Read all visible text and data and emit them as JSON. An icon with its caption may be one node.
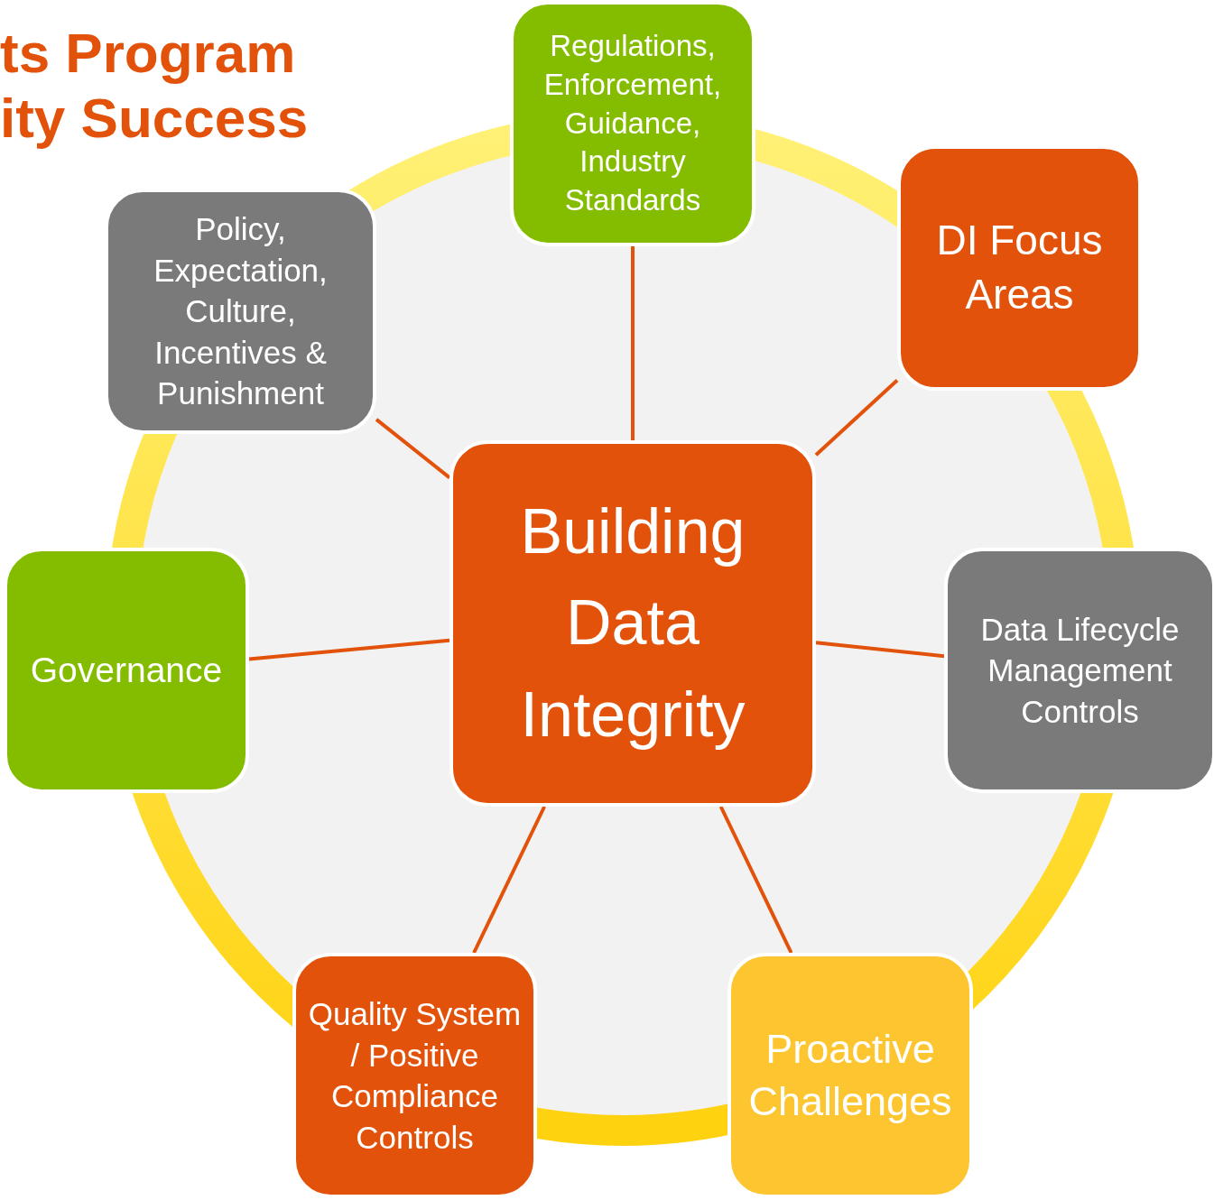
{
  "diagram": {
    "nodes": [
      {
        "text": [
          "Building Data Integrity"
        ]
      },
      {
        "text": [
          "Regulations, Enforcement, Guidance, Industry Standards"
        ]
      },
      {
        "text": [
          "DI Focus Areas"
        ]
      },
      {
        "text": [
          "Data Lifecycle Management Controls"
        ]
      },
      {
        "text": [
          "Proactive Challenges"
        ]
      },
      {
        "text": [
          "Quality System / Positive Compliance Controls"
        ]
      },
      {
        "text": [
          "Governance"
        ]
      },
      {
        "text": [
          "Policy, Expectation, Culture, Incentives & Punishment"
        ]
      }
    ],
    "edges": [
      {
        "from": 0,
        "to": 1,
        "arrow": "none"
      },
      {
        "from": 0,
        "to": 2,
        "arrow": "none"
      },
      {
        "from": 0,
        "to": 3,
        "arrow": "none"
      },
      {
        "from": 0,
        "to": 4,
        "arrow": "none"
      },
      {
        "from": 0,
        "to": 5,
        "arrow": "none"
      },
      {
        "from": 0,
        "to": 6,
        "arrow": "none"
      },
      {
        "from": 0,
        "to": 7,
        "arrow": "none"
      }
    ],
    "labels": [
      "ts Program",
      "ity Success"
    ]
  }
}
